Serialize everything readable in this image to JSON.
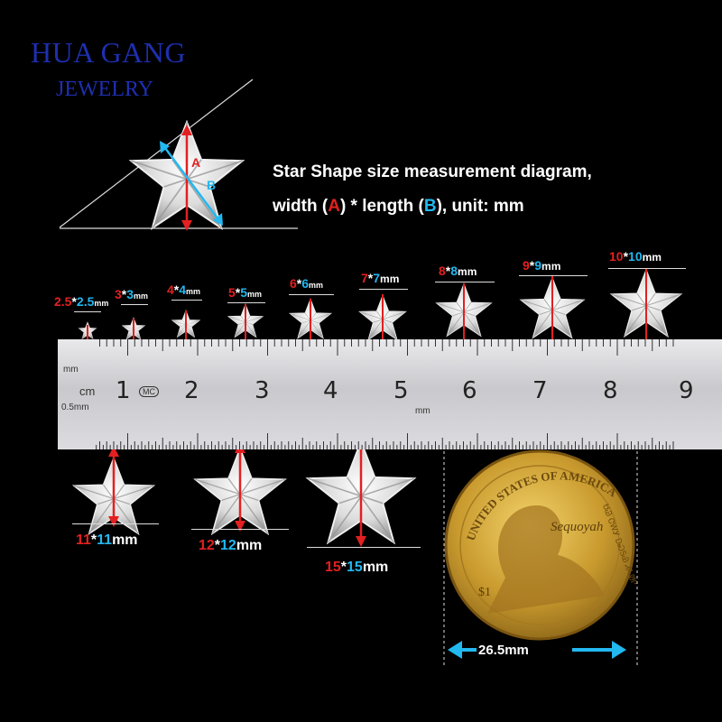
{
  "brand": {
    "line1": "HUA GANG",
    "line2": "JEWELRY"
  },
  "heading": {
    "line1": "Star Shape size measurement diagram,",
    "line2_pre": "width (",
    "a": "A",
    "line2_mid": ") * length (",
    "b": "B",
    "line2_post": "), unit: mm"
  },
  "colors": {
    "width_marker": "#e32020",
    "length_marker": "#22b8f0",
    "brand": "#1e2fb0"
  },
  "stone_sizes": [
    {
      "w": "2.5",
      "sep": "*",
      "l": "2.5",
      "unit": "mm"
    },
    {
      "w": "3",
      "sep": "*",
      "l": "3",
      "unit": "mm"
    },
    {
      "w": "4",
      "sep": "*",
      "l": "4",
      "unit": "mm"
    },
    {
      "w": "5",
      "sep": "*",
      "l": "5",
      "unit": "mm"
    },
    {
      "w": "6",
      "sep": "*",
      "l": "6",
      "unit": "mm"
    },
    {
      "w": "7",
      "sep": "*",
      "l": "7",
      "unit": "mm"
    },
    {
      "w": "8",
      "sep": "*",
      "l": "8",
      "unit": "mm"
    },
    {
      "w": "9",
      "sep": "*",
      "l": "9",
      "unit": "mm"
    },
    {
      "w": "10",
      "sep": "*",
      "l": "10",
      "unit": "mm"
    },
    {
      "w": "11",
      "sep": "*",
      "l": "11",
      "unit": "mm"
    },
    {
      "w": "12",
      "sep": "*",
      "l": "12",
      "unit": "mm"
    },
    {
      "w": "15",
      "sep": "*",
      "l": "15",
      "unit": "mm"
    }
  ],
  "ruler": {
    "unit_mm": "mm",
    "unit_cm": "cm",
    "unit_half": "0.5mm",
    "mc": "MC",
    "mid_mm": "mm",
    "numbers": [
      "1",
      "2",
      "3",
      "4",
      "5",
      "6",
      "7",
      "8",
      "9"
    ]
  },
  "coin": {
    "top_text": "UNITED STATES OF AMERICA",
    "name": "Sequoyah",
    "right_text": "ᏌᏊ ᏣᎳᎩ ᎠᏍᎦᏯ ᏗᎪᏪᎵ",
    "value": "$1",
    "measure": "26.5mm"
  },
  "icons": {
    "star": "faceted-star-stone",
    "arrows": "measurement-arrows"
  }
}
